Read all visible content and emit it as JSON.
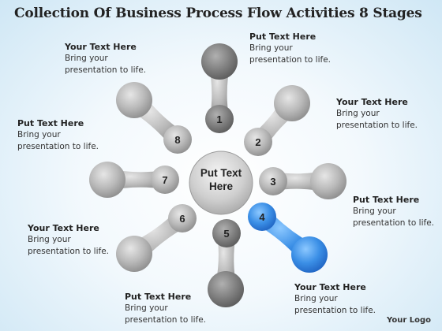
{
  "title": "Collection Of Business Process Flow Activities 8 Stages",
  "center_label": "Put Text\nHere",
  "accent_color": "#2f7fd9",
  "base_color": "#9a9a9a",
  "highlighted_stage": "4",
  "stages": [
    {
      "num": "1",
      "heading": "Put Text Here",
      "body": "Bring your\npresentation to life."
    },
    {
      "num": "2",
      "heading": "Your Text Here",
      "body": "Bring your\npresentation to life."
    },
    {
      "num": "3",
      "heading": "Put Text Here",
      "body": "Bring your\npresentation to life."
    },
    {
      "num": "4",
      "heading": "Your Text Here",
      "body": "Bring your\npresentation to life."
    },
    {
      "num": "5",
      "heading": "Put Text Here",
      "body": "Bring your\npresentation to life."
    },
    {
      "num": "6",
      "heading": "Your Text Here",
      "body": "Bring your\npresentation to life."
    },
    {
      "num": "7",
      "heading": "Put Text Here",
      "body": "Bring your\npresentation to life."
    },
    {
      "num": "8",
      "heading": "Your Text Here",
      "body": "Bring your\npresentation to life."
    }
  ],
  "logo": "Your Logo"
}
